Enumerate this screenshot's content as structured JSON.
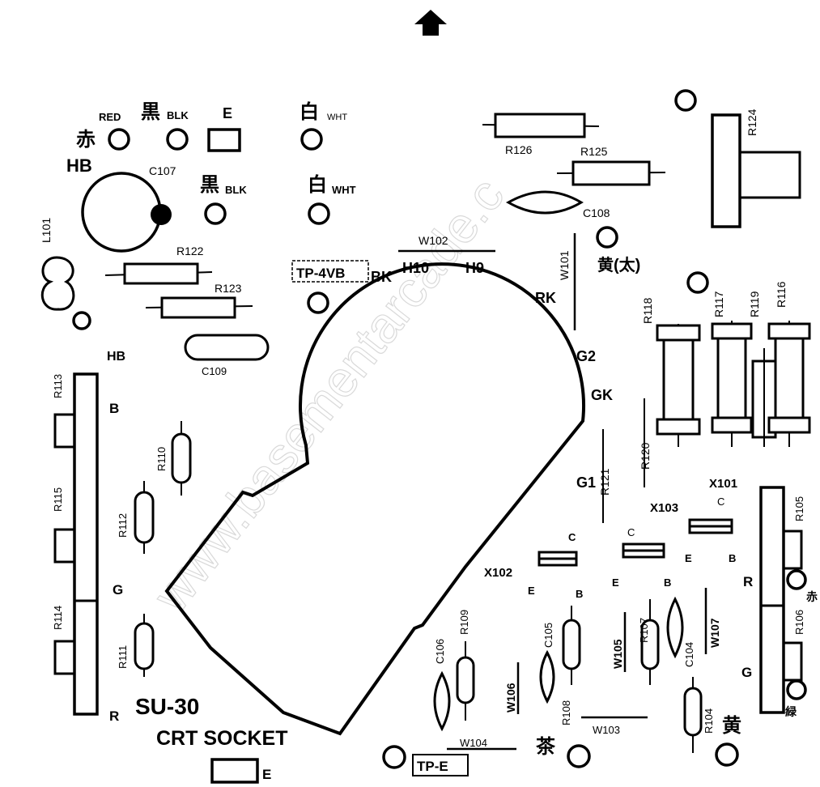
{
  "board": {
    "name": "SU-30",
    "subtitle": "CRT SOCKET"
  },
  "watermark": "www.basementarcade.c",
  "heater_label_top": "HB",
  "heater_label_left": "HB",
  "pads": {
    "red_kanji": "赤",
    "red_en": "RED",
    "black_kanji": "黒",
    "black_en": "BLK",
    "e_top": "E",
    "white_kanji": "白",
    "white_en": "WHT",
    "black2_kanji": "黒",
    "black2_en": "BLK",
    "white2_kanji": "白",
    "white2_en": "WHT",
    "yellow_thick": "黄(太)",
    "tp_4vb": "TP-4VB",
    "tp_e": "TP-E",
    "e_bottom": "E",
    "brown": "茶",
    "yellow_bottom": "黄",
    "right_r1": "赤",
    "right_r2": "緑"
  },
  "socket_pins": {
    "bk": "BK",
    "h10": "H10",
    "h9": "H9",
    "rk": "RK",
    "g2": "G2",
    "gk": "GK",
    "g1": "G1"
  },
  "wires": {
    "w101": "W101",
    "w102": "W102",
    "w103": "W103",
    "w104": "W104",
    "w105": "W105",
    "w106": "W106",
    "w107": "W107"
  },
  "resistors": {
    "r104": "R104",
    "r105": "R105",
    "r106": "R106",
    "r107": "R107",
    "r108": "R108",
    "r109": "R109",
    "r110": "R110",
    "r111": "R111",
    "r112": "R112",
    "r113": "R113",
    "r114": "R114",
    "r115": "R115",
    "r116": "R116",
    "r117": "R117",
    "r118": "R118",
    "r119": "R119",
    "r120": "R120",
    "r121": "R121",
    "r122": "R122",
    "r123": "R123",
    "r124": "R124",
    "r125": "R125",
    "r126": "R126"
  },
  "capacitors": {
    "c104": "C104",
    "c105": "C105",
    "c106": "C106",
    "c107": "C107",
    "c108": "C108",
    "c109": "C109"
  },
  "inductor": "L101",
  "transistors": {
    "x101": "X101",
    "x102": "X102",
    "x103": "X103",
    "c": "C",
    "e": "E",
    "b": "B"
  },
  "pot_labels": {
    "b_left": "B",
    "g_left": "G",
    "r_left": "R",
    "r_right": "R",
    "g_right": "G"
  }
}
